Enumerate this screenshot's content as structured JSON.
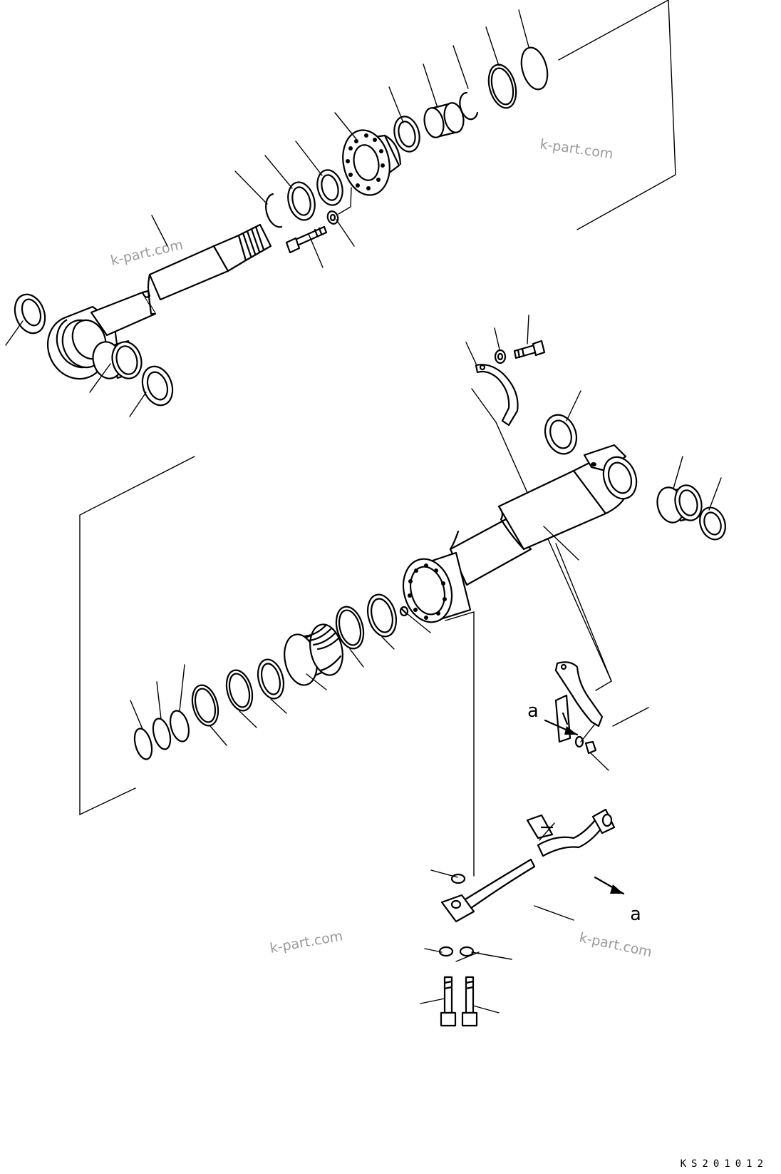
{
  "watermark": {
    "text_1": "k-part.com",
    "text_2": "k-part.com",
    "text_3": "k-part.com",
    "text_4": "k-part.com"
  },
  "view_marks": {
    "mark_a_left": "a",
    "mark_a_right": "a"
  },
  "drawing_code": "KS201012"
}
